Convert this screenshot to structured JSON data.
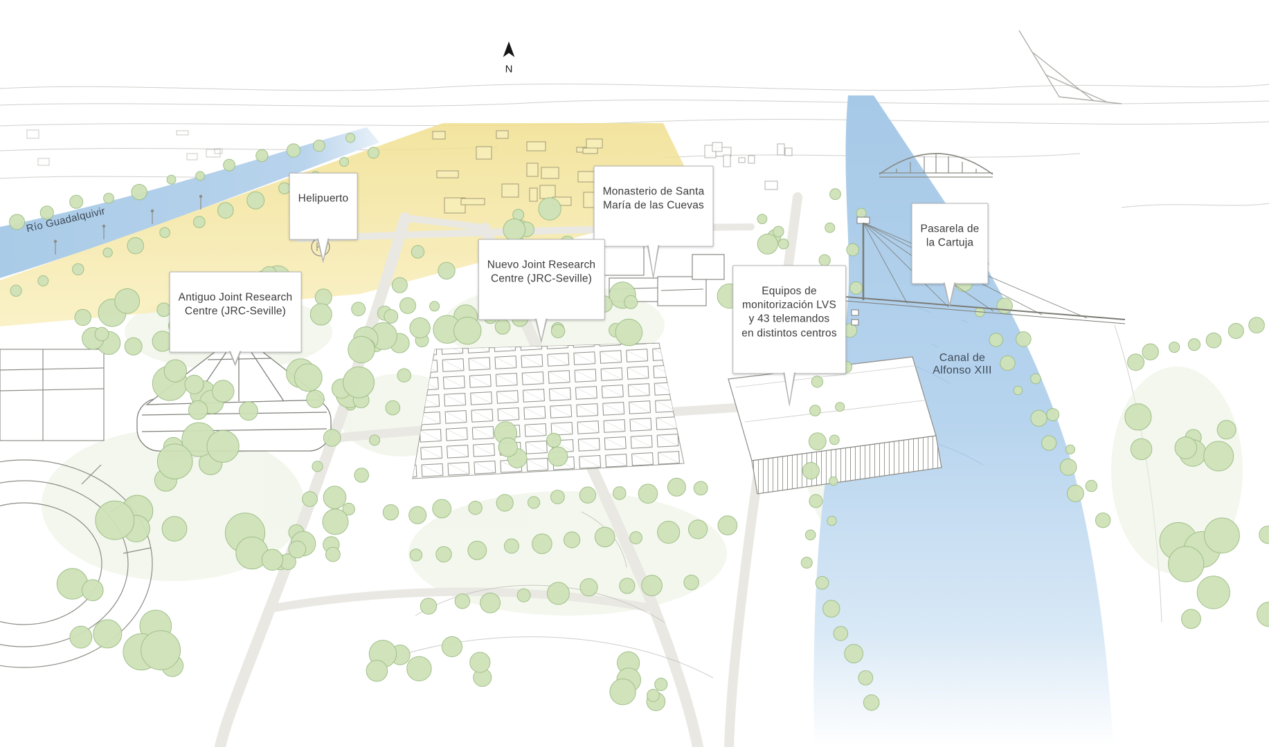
{
  "map": {
    "compass": {
      "label": "N"
    },
    "water_labels": {
      "rio_guadalquivir": "Río Guadalquivir",
      "canal_alfonso": "Canal de\nAlfonso XIII"
    },
    "callouts": {
      "helipuerto": "Helipuerto",
      "monasterio": "Monasterio de Santa\nMaría de las Cuevas",
      "nuevo_jrc": "Nuevo Joint Research\nCentre (JRC-Seville)",
      "antiguo_jrc": "Antiguo Joint Research\nCentre (JRC-Seville)",
      "pasarela": "Pasarela de\nla Cartuja",
      "equipos": "Equipos de\nmonitorización LVS\ny 43 telemandos\nen distintos centros"
    },
    "colors": {
      "water": "#aecde9",
      "highlight_zone": "#f2e396",
      "vegetation": "#cfe2b8",
      "sketch_ink": "#8b8b85"
    }
  }
}
